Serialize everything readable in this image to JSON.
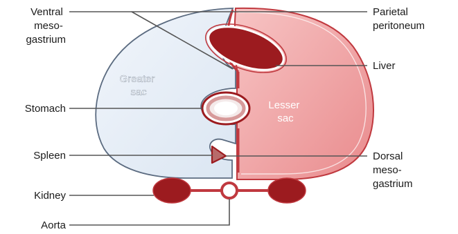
{
  "labels": {
    "ventral_mesogastrium": [
      "Ventral",
      "meso-",
      "gastrium"
    ],
    "stomach": "Stomach",
    "spleen": "Spleen",
    "kidney": "Kidney",
    "aorta": "Aorta",
    "parietal_peritoneum": [
      "Parietal",
      "peritoneum"
    ],
    "liver": "Liver",
    "dorsal_mesogastrium": [
      "Dorsal",
      "meso-",
      "gastrium"
    ],
    "greater_sac": [
      "Greater",
      "sac"
    ],
    "lesser_sac": [
      "Lesser",
      "sac"
    ]
  },
  "colors": {
    "greater_sac_fill": "#e6eef8",
    "lesser_sac_fill": "#f2a7a7",
    "peritoneum_line": "#c0393f",
    "organ_dark": "#9c1b1f",
    "label_text": "#1a1a1a"
  }
}
